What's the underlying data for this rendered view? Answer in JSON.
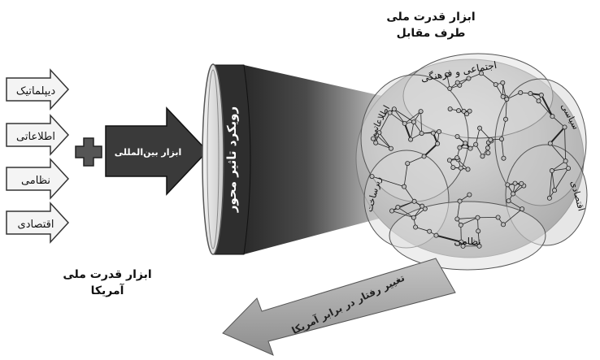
{
  "instruments": {
    "items": [
      "دیپلماتیک",
      "اطلاعاتی",
      "نظامی",
      "اقتصادی"
    ],
    "caption_line1": "ابزار قدرت ملی",
    "caption_line2": "آمریکا"
  },
  "international_tools_label": "ابزار بین‌المللی",
  "cone_label": "رویکرد تاثیر محور",
  "adversary": {
    "caption_line1": "ابزار قدرت ملی",
    "caption_line2": "طرف مقابل",
    "domains": {
      "social_cultural": "اجتماعی و فرهنگی",
      "information": "اطلاعاتی",
      "political": "سیاسی",
      "infrastructure": "زیرساخت",
      "economic": "اقتصادی",
      "military": "نظامی"
    }
  },
  "outcome_label": "تغییر رفتار در برابر آمریکا",
  "colors": {
    "arrow_dark": "#3a3a3a",
    "cone_dark": "#2e2e2e",
    "cone_light": "#8a8a8a",
    "outcome_arrow": "#a9a9a9",
    "plus": "#555555",
    "network_line": "#222222"
  }
}
